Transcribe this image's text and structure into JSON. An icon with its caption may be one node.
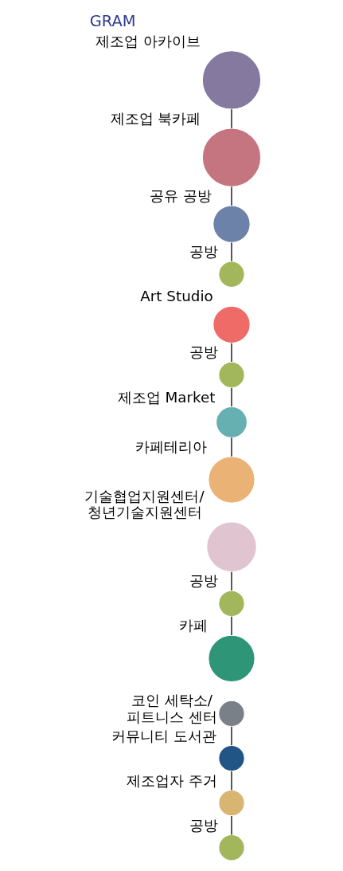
{
  "diagram": {
    "title": "GRAM",
    "nodes": [
      {
        "text": [],
        "shape": "circle",
        "beside": [
          "제조업 아카이브"
        ]
      },
      {
        "text": [],
        "shape": "circle",
        "beside": [
          "제조업 북카페"
        ]
      },
      {
        "text": [],
        "shape": "circle",
        "beside": [
          "공유 공방"
        ]
      },
      {
        "text": [],
        "shape": "circle",
        "beside": [
          "공방"
        ]
      },
      {
        "text": [],
        "shape": "circle",
        "beside": [
          "Art Studio"
        ]
      },
      {
        "text": [],
        "shape": "circle",
        "beside": [
          "공방"
        ]
      },
      {
        "text": [],
        "shape": "circle",
        "beside": [
          "제조업 Market"
        ]
      },
      {
        "text": [],
        "shape": "circle",
        "beside": [
          "카페테리아"
        ]
      },
      {
        "text": [],
        "shape": "circle",
        "beside": [
          "기술협업지원센터/ 청년기술지원센터"
        ]
      },
      {
        "text": [],
        "shape": "circle",
        "beside": [
          "공방"
        ]
      },
      {
        "text": [],
        "shape": "circle",
        "beside": [
          "카페"
        ]
      },
      {
        "text": [],
        "shape": "circle",
        "beside": [
          "코인 세탁소/ 피트니스 센터"
        ]
      },
      {
        "text": [],
        "shape": "circle",
        "beside": [
          "커뮤니티 도서관"
        ]
      },
      {
        "text": [],
        "shape": "circle",
        "beside": [
          "제조업자 주거"
        ]
      },
      {
        "text": [],
        "shape": "circle",
        "beside": [
          "공방"
        ]
      }
    ],
    "edges": [
      {
        "from": 0,
        "to": 1,
        "arrow": "none"
      },
      {
        "from": 1,
        "to": 2,
        "arrow": "none"
      },
      {
        "from": 2,
        "to": 3,
        "arrow": "none"
      },
      {
        "from": 4,
        "to": 5,
        "arrow": "none"
      },
      {
        "from": 5,
        "to": 6,
        "arrow": "none"
      },
      {
        "from": 6,
        "to": 7,
        "arrow": "none"
      },
      {
        "from": 8,
        "to": 9,
        "arrow": "none"
      },
      {
        "from": 9,
        "to": 10,
        "arrow": "none"
      },
      {
        "from": 11,
        "to": 12,
        "arrow": "none"
      },
      {
        "from": 12,
        "to": 13,
        "arrow": "none"
      },
      {
        "from": 13,
        "to": 14,
        "arrow": "none"
      }
    ]
  }
}
